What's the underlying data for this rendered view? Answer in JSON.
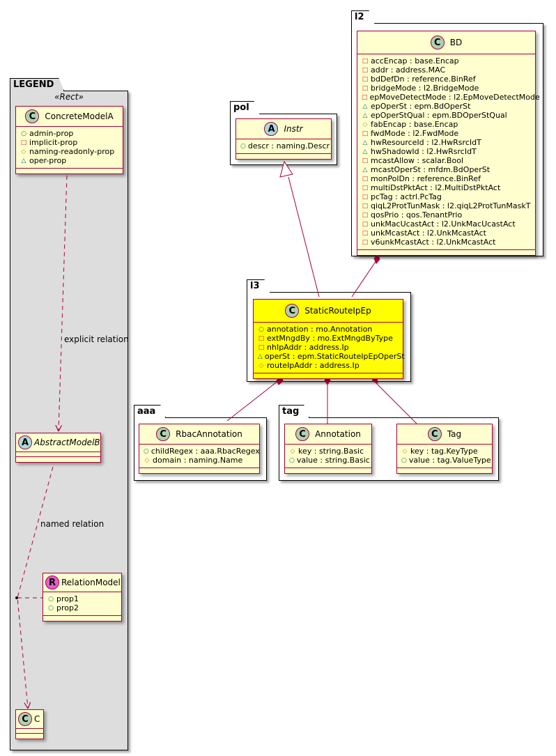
{
  "diagram": {
    "type": "UML class diagram",
    "vis_icons": {
      "public": "○",
      "private": "□",
      "protected": "◇",
      "package": "△"
    },
    "colors": {
      "class_fill": "#fefece",
      "class_border": "#a80036",
      "highlight_fill": "#ffff00",
      "legend_fill": "#dddddd",
      "public": "#038048",
      "private": "#c82930",
      "protected": "#b38d22",
      "package": "#1963a0"
    }
  },
  "legend": {
    "package_name": "LEGEND",
    "stereotype": "«Rect»",
    "concrete": {
      "kind": "C",
      "name": "ConcreteModelA",
      "attrs": [
        {
          "vis": "public",
          "text": "admin-prop"
        },
        {
          "vis": "private",
          "text": "implicit-prop"
        },
        {
          "vis": "protected",
          "text": "naming-readonly-prop"
        },
        {
          "vis": "package",
          "text": "oper-prop"
        }
      ]
    },
    "abstract": {
      "kind": "A",
      "name": "AbstractModelB"
    },
    "relation_model": {
      "kind": "R",
      "name": "RelationModel",
      "attrs": [
        {
          "vis": "public",
          "text": "prop1"
        },
        {
          "vis": "public",
          "text": "prop2"
        }
      ]
    },
    "c": {
      "kind": "C",
      "name": "C"
    },
    "explicit_label": "explicit relation",
    "named_label": "named relation"
  },
  "packages": {
    "l2": {
      "name": "l2",
      "class": {
        "kind": "C",
        "name": "BD",
        "attrs": [
          {
            "vis": "private",
            "text": "accEncap : base.Encap"
          },
          {
            "vis": "private",
            "text": "addr : address.MAC"
          },
          {
            "vis": "private",
            "text": "bdDefDn : reference.BinRef"
          },
          {
            "vis": "private",
            "text": "bridgeMode : l2.BridgeMode"
          },
          {
            "vis": "private",
            "text": "epMoveDetectMode : l2.EpMoveDetectMode"
          },
          {
            "vis": "package",
            "text": "epOperSt : epm.BdOperSt"
          },
          {
            "vis": "package",
            "text": "epOperStQual : epm.BDOperStQual"
          },
          {
            "vis": "protected",
            "text": "fabEncap : base.Encap"
          },
          {
            "vis": "private",
            "text": "fwdMode : l2.FwdMode"
          },
          {
            "vis": "package",
            "text": "hwResourceId : l2.HwRsrcIdT"
          },
          {
            "vis": "package",
            "text": "hwShadowId : l2.HwRsrcIdT"
          },
          {
            "vis": "private",
            "text": "mcastAllow : scalar.Bool"
          },
          {
            "vis": "package",
            "text": "mcastOperSt : mfdm.BdOperSt"
          },
          {
            "vis": "private",
            "text": "monPolDn : reference.BinRef"
          },
          {
            "vis": "private",
            "text": "multiDstPktAct : l2.MultiDstPktAct"
          },
          {
            "vis": "private",
            "text": "pcTag : actrl.PcTag"
          },
          {
            "vis": "private",
            "text": "qiqL2ProtTunMask : l2.qiqL2ProtTunMaskT"
          },
          {
            "vis": "private",
            "text": "qosPrio : qos.TenantPrio"
          },
          {
            "vis": "private",
            "text": "unkMacUcastAct : l2.UnkMacUcastAct"
          },
          {
            "vis": "private",
            "text": "unkMcastAct : l2.UnkMcastAct"
          },
          {
            "vis": "private",
            "text": "v6unkMcastAct : l2.UnkMcastAct"
          }
        ]
      }
    },
    "pol": {
      "name": "pol",
      "class": {
        "kind": "A",
        "name": "Instr",
        "attrs": [
          {
            "vis": "public",
            "text": "descr : naming.Descr"
          }
        ]
      }
    },
    "l3": {
      "name": "l3",
      "class": {
        "kind": "C",
        "name": "StaticRouteIpEp",
        "attrs": [
          {
            "vis": "public",
            "text": "annotation : mo.Annotation"
          },
          {
            "vis": "private",
            "text": "extMngdBy : mo.ExtMngdByType"
          },
          {
            "vis": "private",
            "text": "nhIpAddr : address.Ip"
          },
          {
            "vis": "package",
            "text": "operSt : epm.StaticRouteIpEpOperSt"
          },
          {
            "vis": "protected",
            "text": "routeIpAddr : address.Ip"
          }
        ]
      }
    },
    "aaa": {
      "name": "aaa",
      "class": {
        "kind": "C",
        "name": "RbacAnnotation",
        "attrs": [
          {
            "vis": "public",
            "text": "childRegex : aaa.RbacRegex"
          },
          {
            "vis": "protected",
            "text": "domain : naming.Name"
          }
        ]
      }
    },
    "tag": {
      "name": "tag",
      "classes": [
        {
          "kind": "C",
          "name": "Annotation",
          "attrs": [
            {
              "vis": "protected",
              "text": "key : string.Basic"
            },
            {
              "vis": "public",
              "text": "value : string.Basic"
            }
          ]
        },
        {
          "kind": "C",
          "name": "Tag",
          "attrs": [
            {
              "vis": "protected",
              "text": "key : tag.KeyType"
            },
            {
              "vis": "public",
              "text": "value : tag.ValueType"
            }
          ]
        }
      ]
    }
  },
  "relations": [
    {
      "from": "StaticRouteIpEp",
      "to": "Instr",
      "type": "inheritance"
    },
    {
      "from": "BD",
      "to": "StaticRouteIpEp",
      "type": "composition"
    },
    {
      "from": "StaticRouteIpEp",
      "to": "RbacAnnotation",
      "type": "composition"
    },
    {
      "from": "StaticRouteIpEp",
      "to": "Annotation",
      "type": "composition"
    },
    {
      "from": "StaticRouteIpEp",
      "to": "Tag",
      "type": "composition"
    },
    {
      "from": "ConcreteModelA",
      "to": "AbstractModelB",
      "type": "dependency",
      "label": "explicit relation"
    },
    {
      "from": "AbstractModelB",
      "to": "C",
      "type": "dependency",
      "label": "named relation",
      "association_class": "RelationModel"
    }
  ]
}
